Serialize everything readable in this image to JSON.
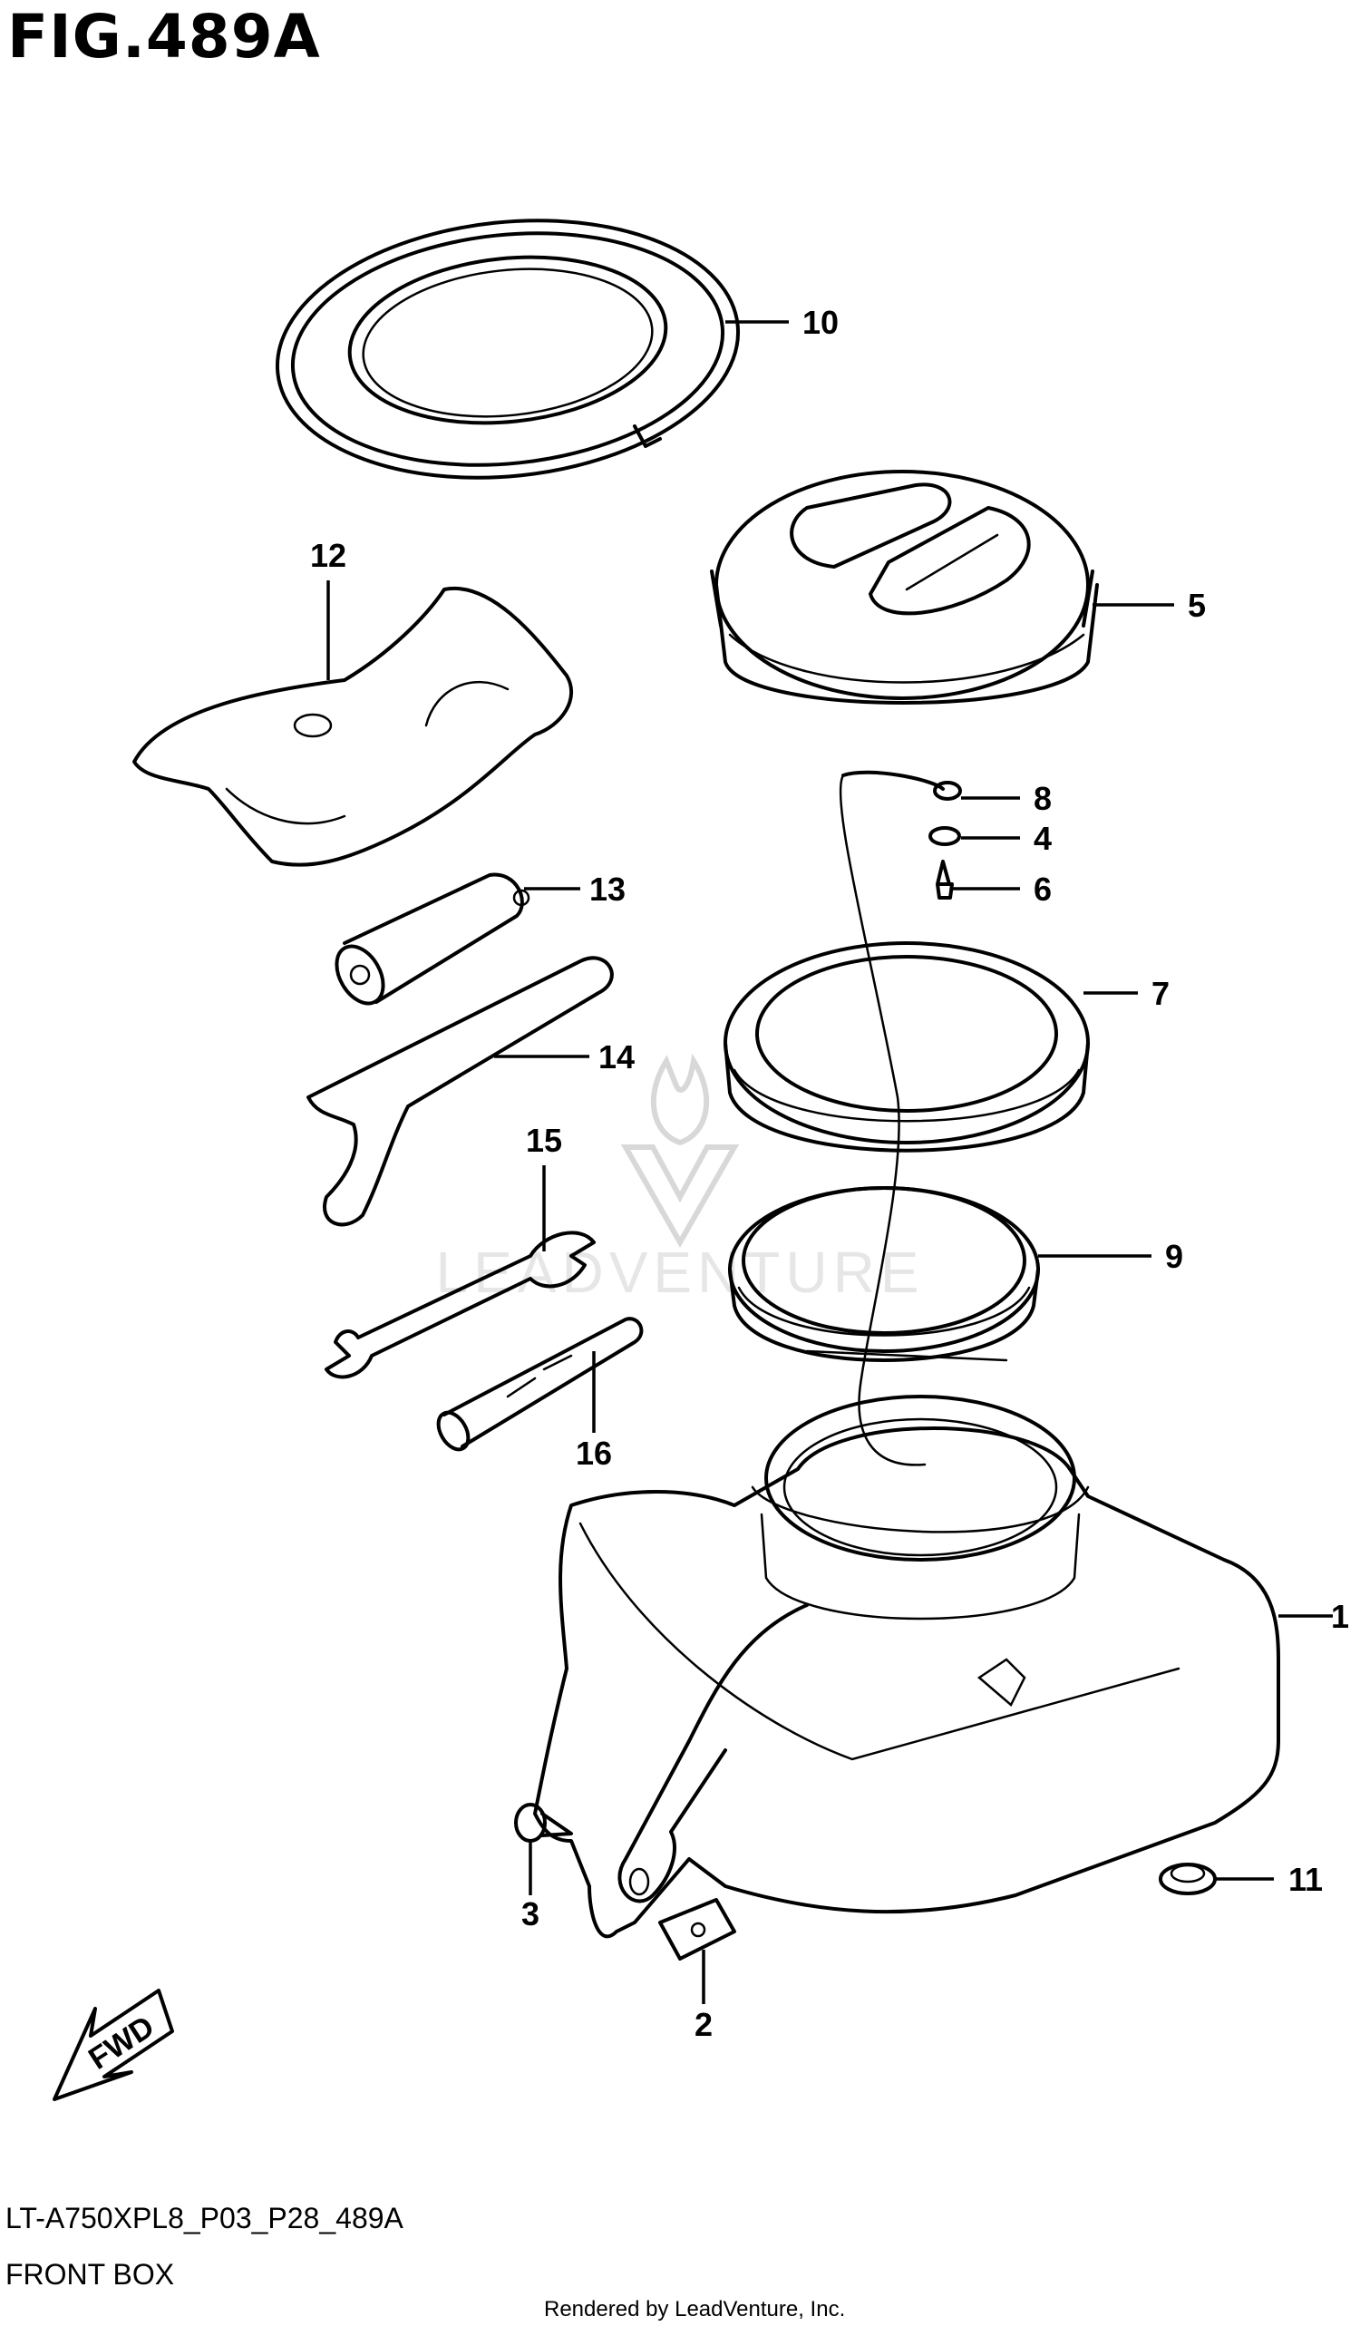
{
  "figure": {
    "title": "FIG.489A",
    "model_code": "LT-A750XPL8_P03_P28_489A",
    "section_name": "FRONT BOX",
    "credit": "Rendered by LeadVenture, Inc.",
    "fwd_label": "FWD",
    "watermark_text": "LEADVENTURE"
  },
  "callouts": [
    {
      "id": "c1",
      "label": "1"
    },
    {
      "id": "c2",
      "label": "2"
    },
    {
      "id": "c3",
      "label": "3"
    },
    {
      "id": "c4",
      "label": "4"
    },
    {
      "id": "c5",
      "label": "5"
    },
    {
      "id": "c6",
      "label": "6"
    },
    {
      "id": "c7",
      "label": "7"
    },
    {
      "id": "c8",
      "label": "8"
    },
    {
      "id": "c9",
      "label": "9"
    },
    {
      "id": "c10",
      "label": "10"
    },
    {
      "id": "c11",
      "label": "11"
    },
    {
      "id": "c12",
      "label": "12"
    },
    {
      "id": "c13",
      "label": "13"
    },
    {
      "id": "c14",
      "label": "14"
    },
    {
      "id": "c15",
      "label": "15"
    },
    {
      "id": "c16",
      "label": "16"
    }
  ]
}
